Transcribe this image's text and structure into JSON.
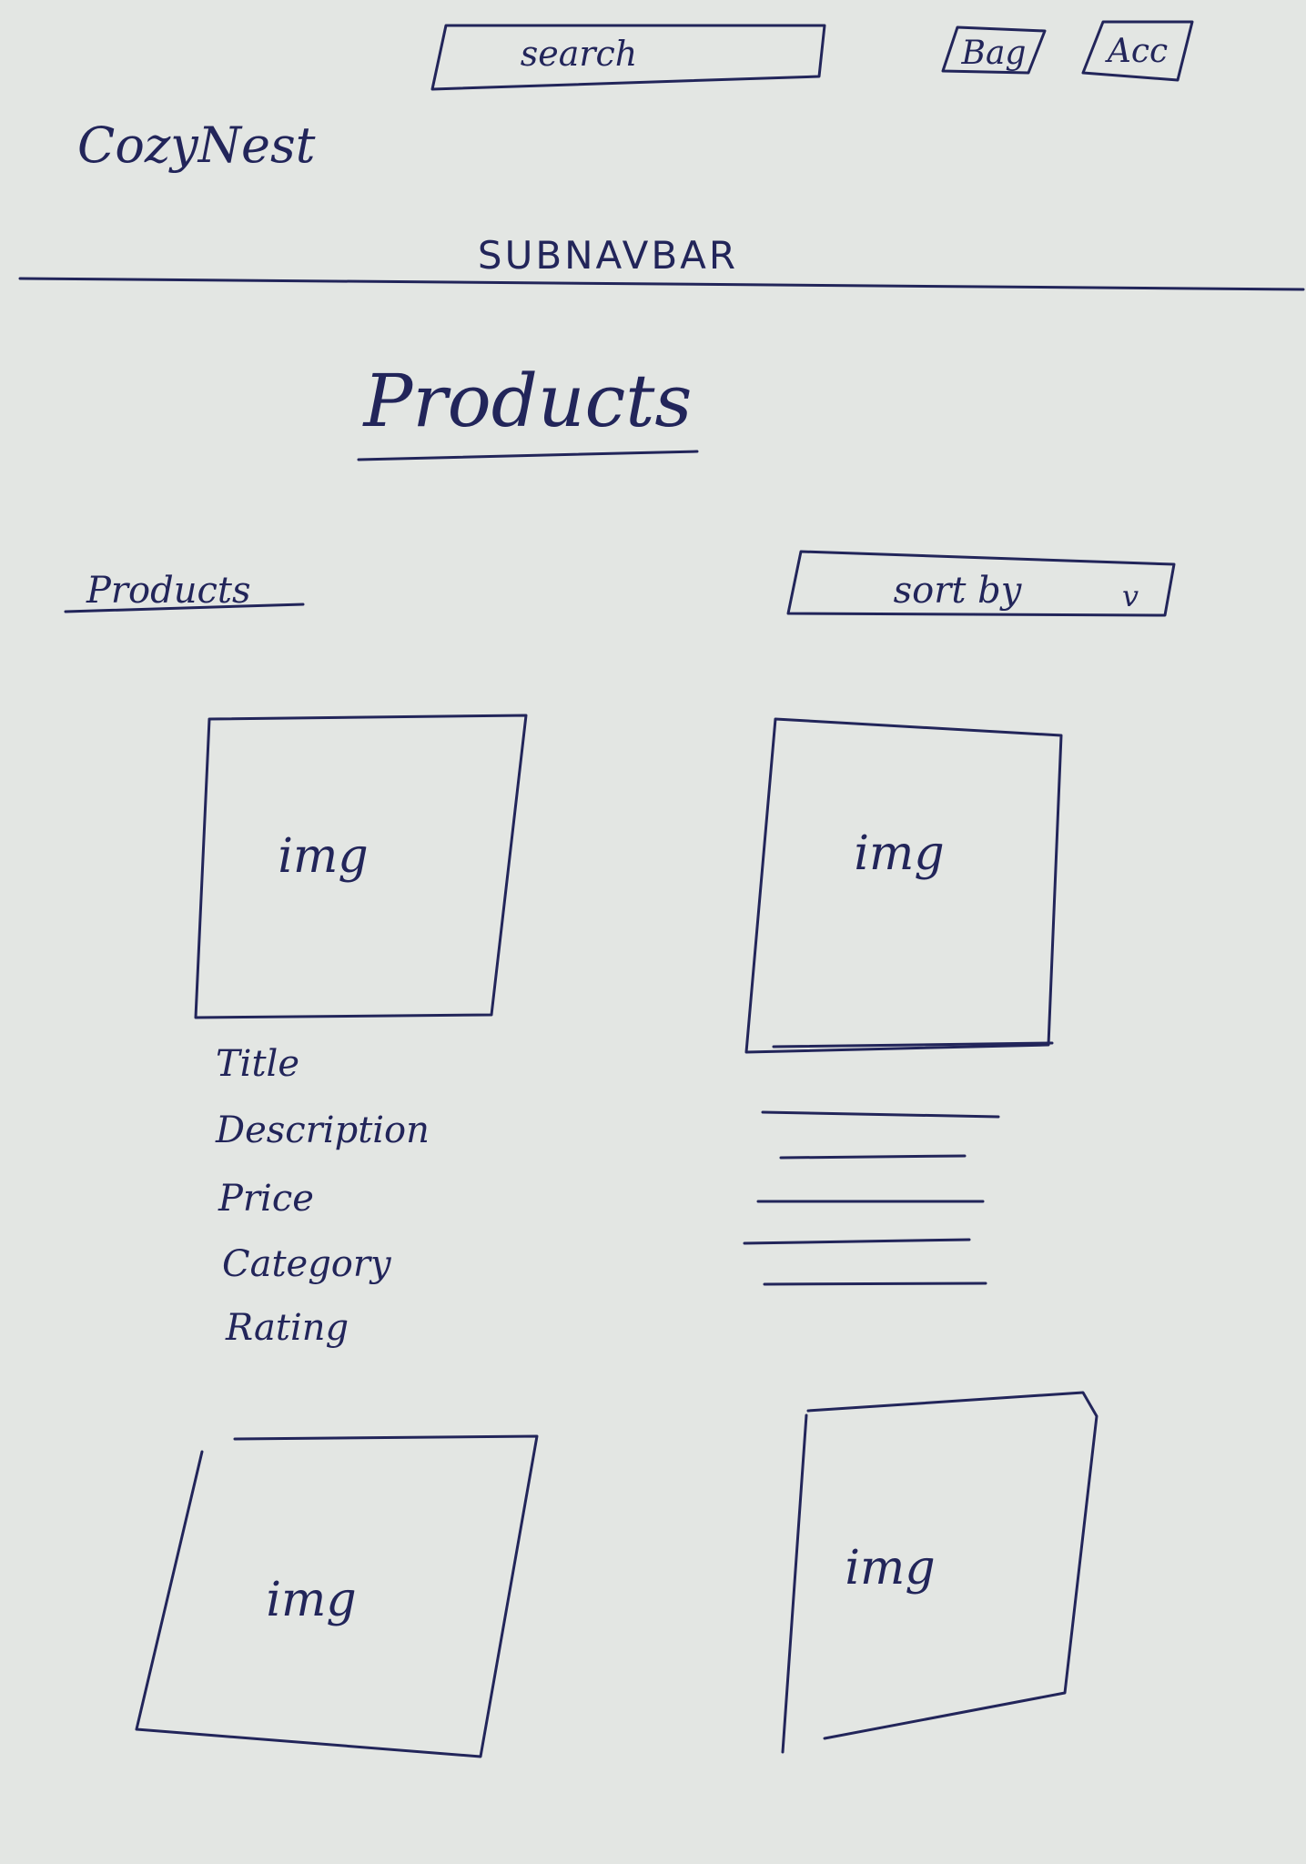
{
  "header": {
    "logo": "CozyNest",
    "search_placeholder": "search",
    "bag_label": "Bag",
    "account_label": "Acc"
  },
  "subnav": {
    "label": "SUBNAVBAR"
  },
  "page": {
    "title": "Products"
  },
  "toolbar": {
    "section_label": "Products",
    "sort_label": "sort by",
    "sort_chevron": "v"
  },
  "products": [
    {
      "image_label": "img",
      "fields": [
        "Title",
        "Description",
        "Price",
        "Category",
        "Rating"
      ]
    },
    {
      "image_label": "img"
    },
    {
      "image_label": "img"
    },
    {
      "image_label": "img"
    }
  ],
  "ink_color": "#22255a",
  "paper_color": "#e3e6e3"
}
